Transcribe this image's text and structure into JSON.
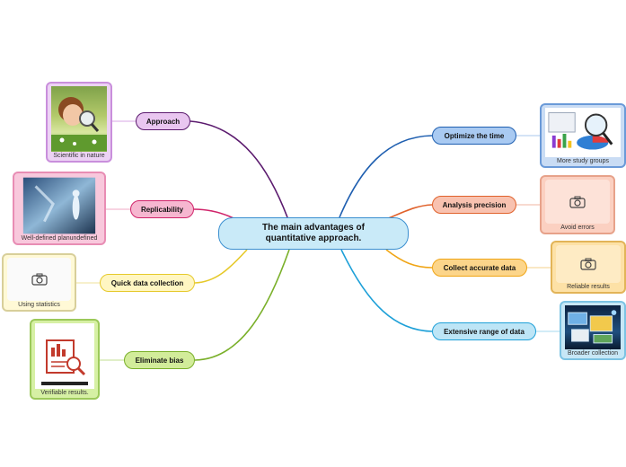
{
  "center": {
    "line1": "The main advantages of",
    "line2": "quantitative approach."
  },
  "branches": {
    "approach": {
      "label": "Approach",
      "caption": "Scientific in nature",
      "color": "#5b1a6e"
    },
    "replicability": {
      "label": "Replicability",
      "caption": "Well-defined planundefined",
      "color": "#d0246a"
    },
    "quick": {
      "label": "Quick data collection",
      "caption": "Using statistics",
      "color": "#e6c92a"
    },
    "bias": {
      "label": "Eliminate bias",
      "caption": "Verifiable results.",
      "color": "#7ab02a"
    },
    "optimize": {
      "label": "Optimize the time",
      "caption": "More study groups",
      "color": "#1f5fb0"
    },
    "analysis": {
      "label": "Analysis precision",
      "caption": "Avoid errors",
      "color": "#e0622c"
    },
    "collect": {
      "label": "Collect accurate data",
      "caption": "Reliable results",
      "color": "#f0a516"
    },
    "extensive": {
      "label": "Extensive range of data",
      "caption": "Broader collection",
      "color": "#1ea0d8"
    }
  },
  "icons": {
    "placeholder": "camera-icon"
  }
}
